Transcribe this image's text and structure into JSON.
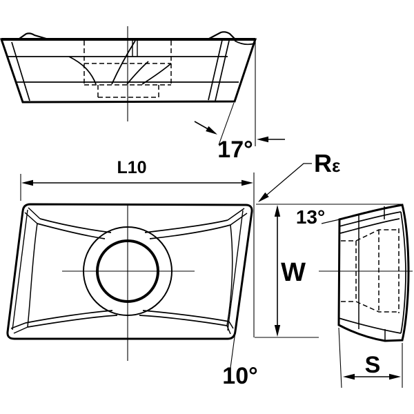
{
  "figure": {
    "background": "#ffffff",
    "line_color": "#000000",
    "labels": {
      "angle_17": "17°",
      "length_l10": "L10",
      "corner_radius_r": "R",
      "corner_radius_eps": "ε",
      "angle_13": "13°",
      "width_w": "W",
      "angle_10": "10°",
      "thickness_s": "S"
    }
  }
}
